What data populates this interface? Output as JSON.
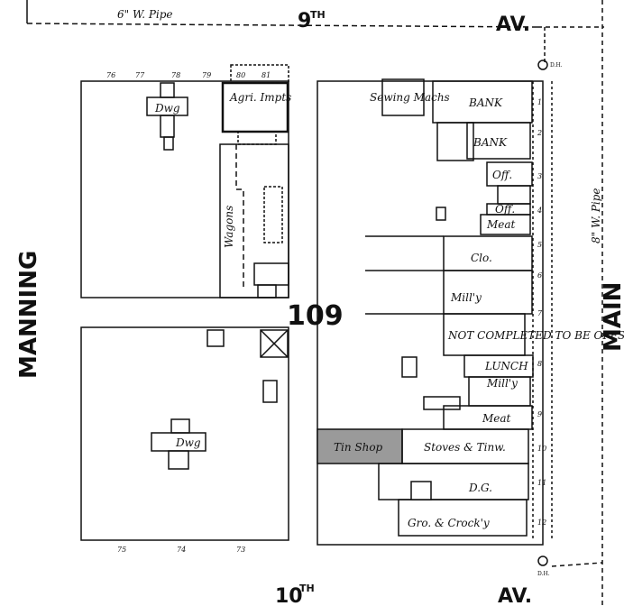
{
  "streets": {
    "top_name": "9",
    "top_sup": "TH",
    "top_suffix": "AV.",
    "bottom_name": "10",
    "bottom_sup": "TH",
    "bottom_suffix": "AV.",
    "left": "MANNING",
    "right": "MAIN"
  },
  "pipes": {
    "top": "6\" W. Pipe",
    "right": "8\" W. Pipe"
  },
  "block_number": "109",
  "lot_numbers": {
    "top": [
      "76",
      "77",
      "78",
      "79",
      "80",
      "81"
    ],
    "bottom": [
      "75",
      "74",
      "73"
    ],
    "right": [
      "1",
      "2",
      "3",
      "4",
      "5",
      "6",
      "7",
      "8",
      "9",
      "10",
      "11",
      "12"
    ]
  },
  "hydrant_labels": [
    "D.H.",
    "D.H."
  ],
  "buildings": {
    "dwelling_top": "Dwg",
    "dwelling_bottom": "Dwg",
    "agri_impts": "Agri. Impts",
    "wagons": "Wagons",
    "sewing_machs": "Sewing Machs",
    "bank_1": "BANK",
    "bank_2": "BANK",
    "off_1": "Off.",
    "off_2": "Off.",
    "meat_1": "Meat",
    "clo": "Clo.",
    "millry_1": "Mill'y",
    "not_completed": "NOT COMPLETED TO BE OFFS",
    "lunch": "LUNCH",
    "millry_2": "Mill'y",
    "meat_2": "Meat",
    "tin_shop": "Tin Shop",
    "stoves_tinw": "Stoves & Tinw.",
    "dg": "D.G.",
    "gro_crocky": "Gro. & Crock'y"
  }
}
